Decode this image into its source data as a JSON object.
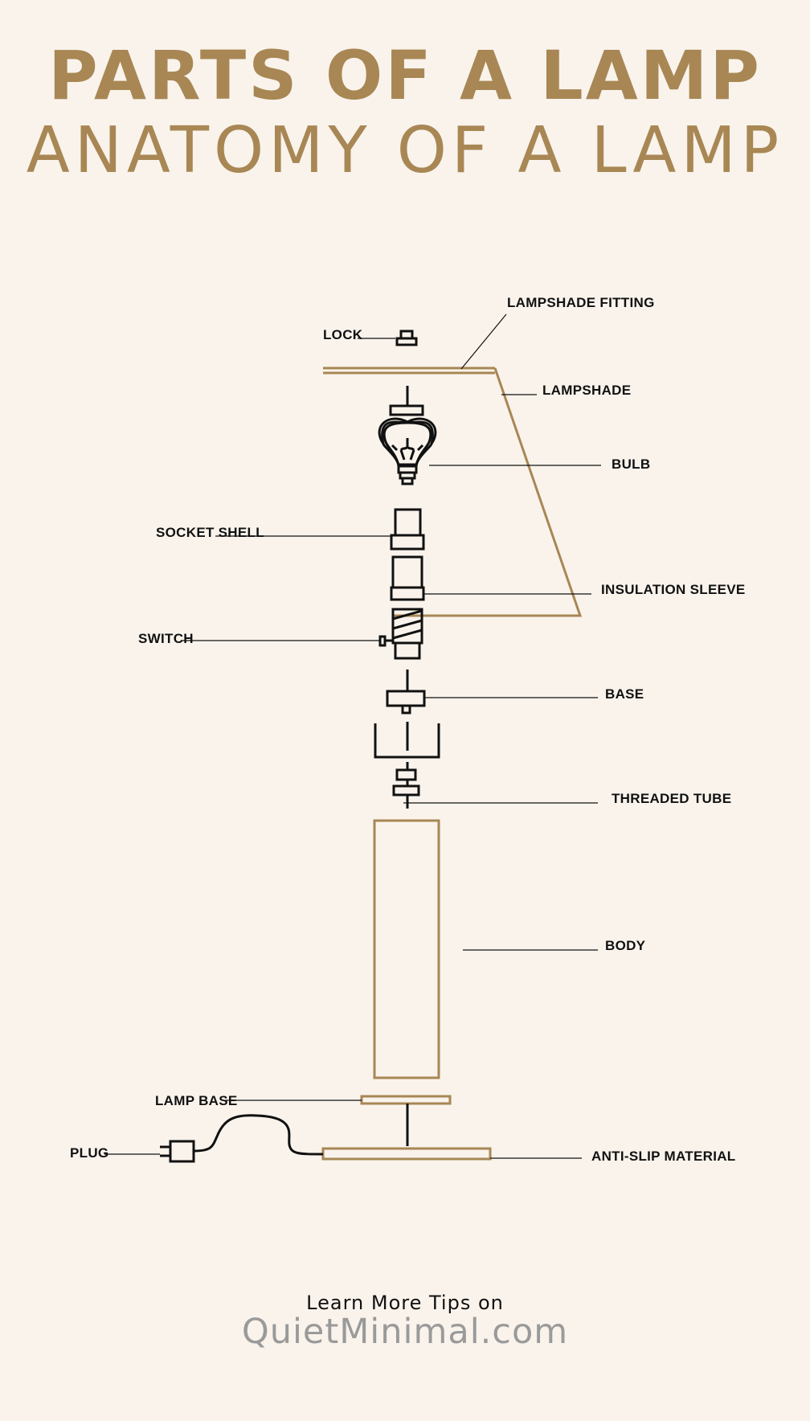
{
  "header": {
    "title": "PARTS OF A LAMP",
    "subtitle": "ANATOMY OF A LAMP"
  },
  "labels": {
    "lampshade_fitting": "LAMPSHADE FITTING",
    "lock": "LOCK",
    "lampshade": "LAMPSHADE",
    "bulb": "BULB",
    "socket_shell": "SOCKET SHELL",
    "insulation_sleeve": "INSULATION SLEEVE",
    "switch": "SWITCH",
    "base": "BASE",
    "threaded_tube": "THREADED TUBE",
    "body": "BODY",
    "lamp_base": "LAMP BASE",
    "plug": "PLUG",
    "anti_slip": "ANTI-SLIP MATERIAL"
  },
  "footer": {
    "line1": "Learn More Tips on",
    "line2": "QuietMinimal.com"
  },
  "colors": {
    "background": "#f9f3ec",
    "accent_gold": "#a88754",
    "line_dark": "#111111",
    "footer_gray": "#9a9a9a"
  }
}
